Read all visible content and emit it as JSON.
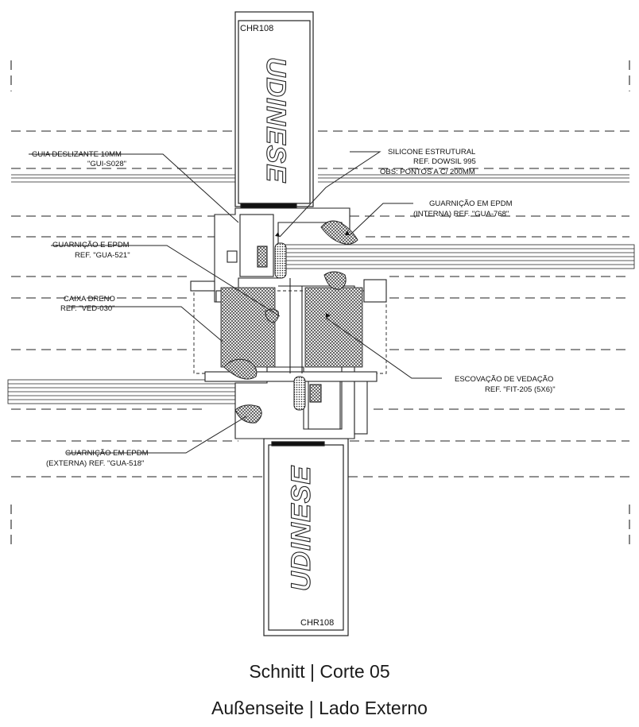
{
  "profiles": {
    "top_code": "CHR108",
    "bottom_code": "CHR108",
    "brand_text": "UDINESE"
  },
  "labels": {
    "guia_line1": "GUIA DESLIZANTE 10MM",
    "guia_line2": "\"GUI-S028\"",
    "silicone_line1": "SILICONE ESTRUTURAL",
    "silicone_line2": "REF. DOWSIL 995",
    "silicone_line3": "OBS: PONTOS A C/ 200MM",
    "guarnicao_int_line1": "GUARNIÇÃO EM EPDM",
    "guarnicao_int_line2": "(INTERNA) REF. \"GUA-768\"",
    "guarnicao521_line1": "GUARNIÇÃO E EPDM",
    "guarnicao521_line2": "REF. \"GUA-521\"",
    "caixa_line1": "CAIXA DRENO",
    "caixa_line2": "REF. \"VED-030\"",
    "escovacao_line1": "ESCOVAÇÃO DE VEDAÇÃO",
    "escovacao_line2": "REF. \"FIT-205 (5X6)\"",
    "guarnicao_ext_line1": "GUARNIÇÃO EM EPDM",
    "guarnicao_ext_line2": "(EXTERNA) REF. \"GUA-518\""
  },
  "captions": {
    "line1": "Schnitt | Corte 05",
    "line2": "Außenseite | Lado Externo"
  }
}
